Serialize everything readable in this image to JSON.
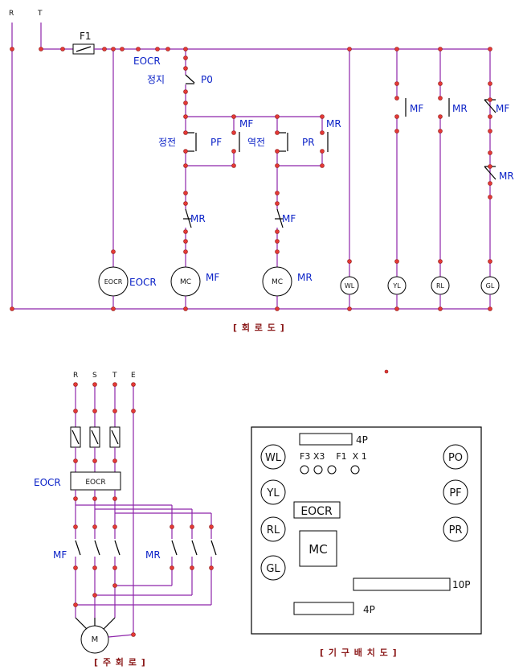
{
  "control_circuit": {
    "terminals": [
      "R",
      "T"
    ],
    "fuse": "F1",
    "eocr": "EOCR",
    "stop": {
      "label": "정지",
      "contact": "P0"
    },
    "forward": {
      "label": "정전",
      "button": "PF",
      "seal": "MF"
    },
    "reverse": {
      "label": "역전",
      "button": "PR",
      "seal": "MR"
    },
    "interlock_forward": "MR",
    "interlock_reverse": "MF",
    "coil_mf": {
      "text": "MC",
      "label": "MF"
    },
    "coil_mr": {
      "text": "MC",
      "label": "MR"
    },
    "eocr_coil": {
      "text": "EOCR",
      "label": "EOCR"
    },
    "lamps": [
      "WL",
      "YL",
      "RL",
      "GL"
    ],
    "lamp_contacts": {
      "yl": "MF",
      "rl": "MR",
      "gl_1": "MF",
      "gl_2": "MR"
    },
    "caption": "[ 회 로 도 ]"
  },
  "main_circuit": {
    "terminals": [
      "R",
      "S",
      "T",
      "E"
    ],
    "eocr_label": "EOCR",
    "eocr_box": "EOCR",
    "mf": "MF",
    "mr": "MR",
    "motor": "M",
    "caption": "[ 주 회 로 ]"
  },
  "layout_panel": {
    "lamps_left": [
      "WL",
      "YL",
      "RL",
      "GL"
    ],
    "buttons_right": [
      "PO",
      "PF",
      "PR"
    ],
    "fuse_text": "F3 X3    F1  X 1",
    "eocr": "EOCR",
    "mc": "MC",
    "top_socket": "4P",
    "socket_10p": "10P",
    "bottom_socket": "4P",
    "caption": "[ 기 구 배 치 도 ]"
  }
}
